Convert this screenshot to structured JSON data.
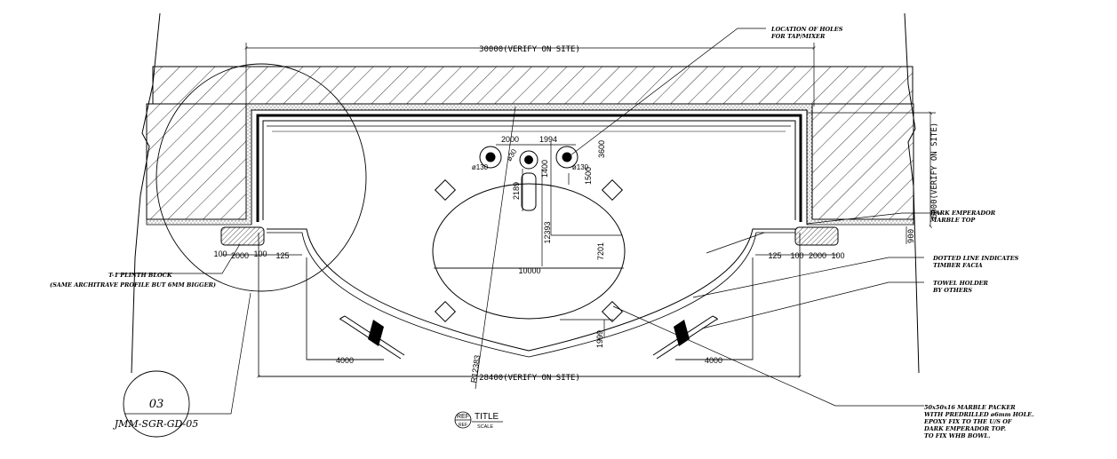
{
  "dimensions": {
    "top_overall": "30000(VERIFY ON SITE)",
    "bottom_overall": "28400(VERIFY ON SITE)",
    "right_side": "6000(VERIFY ON SITE)",
    "right_drop": "900",
    "tap_left_offset": "2000",
    "tap_right_offset": "1994",
    "dia_left": "ø130",
    "dia_center": "ø30",
    "dia_right": "ø130",
    "tap_height": "3600",
    "spout_len": "1400",
    "spout_side": "1500",
    "spout_bottom": "2189",
    "bowl_depth": "12393",
    "bowl_lower": "7201",
    "bowl_width": "10000",
    "front_gap": "1999",
    "radius": "R12383",
    "left_4000": "4000",
    "right_4000": "4000",
    "left_100a": "100",
    "left_2000": "2000",
    "left_100b": "100",
    "left_125": "125",
    "right_125": "125",
    "right_100a": "100",
    "right_2000": "2000",
    "right_100b": "100"
  },
  "notes": {
    "holes_line1": "LOCATION OF HOLES",
    "holes_line2": "FOR TAP/MIXER",
    "marble_line1": "DARK EMPERADOR",
    "marble_line2": "MARBLE TOP",
    "dotted_line1": "DOTTED LINE INDICATES",
    "dotted_line2": "TIMBER FACIA",
    "towel_line1": "TOWEL HOLDER",
    "towel_line2": "BY OTHERS",
    "plinth_line1": "T-1 PLINTH BLOCK",
    "plinth_line2": "(SAME ARCHITRAVE PROFILE BUT 6MM BIGGER)",
    "packer_line1": "50x50x16 MARBLE PACKER",
    "packer_line2": "WITH PREDRILLED ø6mm HOLE.",
    "packer_line3": "EPOXY FIX TO THE U/S OF",
    "packer_line4": "DARK EMPERADOR TOP.",
    "packer_line5": "TO FIX WHB BOWL."
  },
  "detail_bubble": {
    "number": "03",
    "sheet": "JMM-SGR-GD-05"
  },
  "title_block": {
    "ref": "REF",
    "ref_small": "REF",
    "title": "TITLE",
    "scale": "SCALE"
  }
}
